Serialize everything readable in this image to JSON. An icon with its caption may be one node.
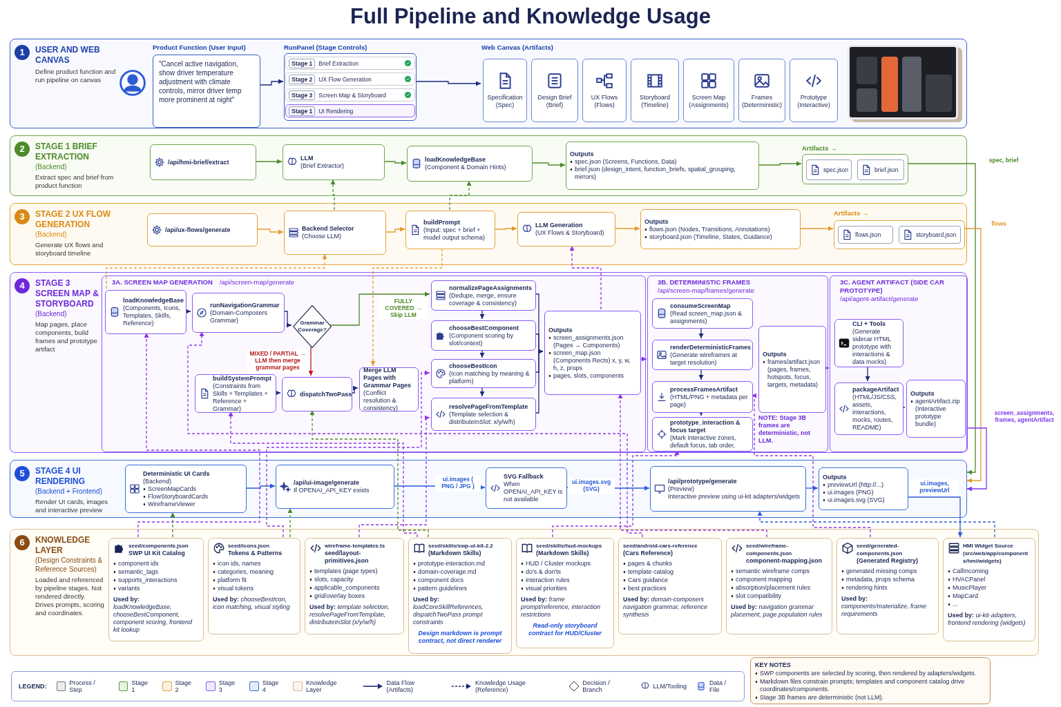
{
  "diagram": {
    "title": "Full Pipeline and Knowledge Usage",
    "nodes": [
      {
        "text": [
          "1",
          "USER AND WEB CANVAS",
          "Define product function and run pipeline on canvas"
        ]
      },
      {
        "text": [
          "Product Function (User Input)",
          "\"Cancel active navigation, show driver temperature adjustment with climate controls, mirror driver temp more prominent at night\""
        ],
        "in": 0
      },
      {
        "text": [
          "RunPanel (Stage Controls)"
        ],
        "in": 0
      },
      {
        "text": [
          "Stage 1",
          "Brief Extraction"
        ],
        "in": 2
      },
      {
        "text": [
          "Stage 2",
          "UX Flow Generation"
        ],
        "in": 2
      },
      {
        "text": [
          "Stage 3",
          "Screen Map & Storyboard"
        ],
        "in": 2
      },
      {
        "text": [
          "Stage 1",
          "UI Rendering"
        ],
        "in": 2
      },
      {
        "text": [
          "Web Canvas (Artifacts)"
        ],
        "in": 0
      },
      {
        "text": [
          "Specification (Spec)"
        ],
        "in": 7
      },
      {
        "text": [
          "Design Brief (Brief)"
        ],
        "in": 7
      },
      {
        "text": [
          "UX Flows (Flows)"
        ],
        "in": 7
      },
      {
        "text": [
          "Storyboard (Timeline)"
        ],
        "in": 7
      },
      {
        "text": [
          "Screen Map (Assignments)"
        ],
        "in": 7
      },
      {
        "text": [
          "Frames (Deterministic)"
        ],
        "in": 7
      },
      {
        "text": [
          "Prototype (Interactive)"
        ],
        "in": 7
      },
      {
        "text": [
          "2",
          "STAGE 1 BRIEF EXTRACTION",
          "(Backend)",
          "Extract spec and brief from product function"
        ]
      },
      {
        "text": [
          "/api/hmi-brief/extract"
        ],
        "in": 15
      },
      {
        "text": [
          "LLM",
          "(Brief Extractor)"
        ],
        "in": 15
      },
      {
        "text": [
          "loadKnowledgeBase",
          "(Component & Domain Hints)"
        ],
        "in": 15
      },
      {
        "text": [
          "Outputs",
          "spec.json (Screens, Functions, Data)",
          "brief.json (design_intent, function_briefs, spatial_grouping, mirrors)"
        ],
        "in": 15
      },
      {
        "text": [
          "Artifacts →"
        ],
        "in": 15
      },
      {
        "text": [
          "spec.json"
        ],
        "in": 20
      },
      {
        "text": [
          "brief.json"
        ],
        "in": 20
      },
      {
        "text": [
          "3",
          "STAGE 2 UX FLOW GENERATION",
          "(Backend)",
          "Generate UX flows and storyboard timeline"
        ]
      },
      {
        "text": [
          "/api/ux-flows/generate"
        ],
        "in": 23
      },
      {
        "text": [
          "Backend Selector",
          "(Choose LLM)"
        ],
        "in": 23
      },
      {
        "text": [
          "buildPrompt",
          "(Input: spec + brief + model output schema)"
        ],
        "in": 23
      },
      {
        "text": [
          "LLM Generation",
          "(UX Flows & Storyboard)"
        ],
        "in": 23
      },
      {
        "text": [
          "Outputs",
          "flows.json (Nodes, Transitions, Annotations)",
          "storyboard.json (Timeline, States, Guidance)"
        ],
        "in": 23
      },
      {
        "text": [
          "Artifacts →"
        ],
        "in": 23
      },
      {
        "text": [
          "flows.json"
        ],
        "in": 29
      },
      {
        "text": [
          "storyboard.json"
        ],
        "in": 29
      },
      {
        "text": [
          "4",
          "STAGE 3 SCREEN MAP & STORYBOARD",
          "(Backend)",
          "Map pages, place components, build frames and prototype artifact"
        ]
      },
      {
        "text": [
          "3A. SCREEN MAP GENERATION",
          "/api/screen-map/generate"
        ],
        "in": 32
      },
      {
        "text": [
          "loadKnowledgeBase",
          "(Components, Icons, Templates, Skills, Reference)"
        ],
        "in": 33
      },
      {
        "text": [
          "runNavigationGrammar",
          "(Domain-Composers Grammar)"
        ],
        "in": 33
      },
      {
        "text": [
          "Grammar Coverage?"
        ],
        "in": 33
      },
      {
        "text": [
          "normalizePageAssignments",
          "(Dedupe, merge, ensure coverage & consistency)"
        ],
        "in": 33
      },
      {
        "text": [
          "chooseBestComponent",
          "(Component scoring by slot/context)"
        ],
        "in": 33
      },
      {
        "text": [
          "chooseBestIcon",
          "(Icon matching by meaning & platform)"
        ],
        "in": 33
      },
      {
        "text": [
          "resolvePageFromTemplate",
          "(Template selection & distributeInSlot: x/y/w/h)"
        ],
        "in": 33
      },
      {
        "text": [
          "buildSystemPrompt",
          "(Constraints from Skills + Templates + Reference + Grammar)"
        ],
        "in": 33
      },
      {
        "text": [
          "dispatchTwoPass"
        ],
        "in": 33
      },
      {
        "text": [
          "Merge LLM Pages with Grammar Pages",
          "(Conflict resolution & consistency)"
        ],
        "in": 33
      },
      {
        "text": [
          "Outputs",
          "screen_assignments.json (Pages → Components)",
          "screen_map.json (Components Rects) x, y, w, h, z, props",
          "pages, slots, components"
        ],
        "in": 33
      },
      {
        "text": [
          "3B. DETERMINISTIC FRAMES",
          "/api/screen-map/frames/generate"
        ],
        "in": 32
      },
      {
        "text": [
          "consumeScreenMap",
          "(Read screen_map.json & assignments)"
        ],
        "in": 45
      },
      {
        "text": [
          "renderDeterministicFrames",
          "(Generate wireframes at target resolution)"
        ],
        "in": 45
      },
      {
        "text": [
          "processFramesArtifact",
          "(HTML/PNG + metadata per page)"
        ],
        "in": 45
      },
      {
        "text": [
          "prototype_interaction & focus target",
          "(Mark interactive zones, default focus, tab order,"
        ],
        "in": 45
      },
      {
        "text": [
          "Outputs",
          "frames/artifact.json (pages, frames, hotspots, focus, targets, metadata)"
        ],
        "in": 45
      },
      {
        "text": [
          "3C. AGENT ARTIFACT (SIDE CAR PROTOTYPE)",
          "/api/agent-artifact/generate"
        ],
        "in": 32
      },
      {
        "text": [
          "CLI + Tools",
          "(Generate sidecar HTML prototype with interactions & data mocks)"
        ],
        "in": 51
      },
      {
        "text": [
          "packageArtifact",
          "(HTML/JS/CSS, assets, interactions, mocks, routes, README)"
        ],
        "in": 51
      },
      {
        "text": [
          "Outputs",
          "agentArtifact.zip (Interactive prototype bundle)"
        ],
        "in": 51
      },
      {
        "text": [
          "5",
          "STAGE 4 UI RENDERING",
          "(Backend + Frontend)",
          "Render UI cards, images and interactive preview"
        ]
      },
      {
        "text": [
          "Deterministic UI Cards",
          "(Backend)",
          "ScreenMapCards",
          "FlowStoryboardCards",
          "WireframeViewer"
        ],
        "in": 55
      },
      {
        "text": [
          "/api/ui-image/generate",
          "If OPENAI_API_KEY exists"
        ],
        "in": 55
      },
      {
        "text": [
          "SVG Fallback",
          "When OPENAI_API_KEY is not available"
        ],
        "in": 55
      },
      {
        "text": [
          "/api/prototype/generate",
          "(Preview)",
          "Interactive preview using ui-kit adapters/widgets"
        ],
        "in": 55
      },
      {
        "text": [
          "Outputs",
          "previewUrl (http://...)",
          "ui.images (PNG)",
          "ui.images.svg (SVG)"
        ],
        "in": 55
      },
      {
        "text": [
          "6",
          "KNOWLEDGE LAYER",
          "(Design Constraints & Reference Sources)",
          "Loaded and referenced by pipeline stages. Not rendered directly. Drives prompts, scoring and coordinates."
        ]
      },
      {
        "text": [
          "seed/components.json",
          "SWP UI Kit Catalog",
          "component ids",
          "semantic_tags",
          "supports_interactions",
          "variants",
          "**Used by:** *loadKnowledgeBase, chooseBestComponent, component scoring, frontend kit lookup*"
        ],
        "in": 61
      },
      {
        "text": [
          "seed/icons.json",
          "Tokens & Patterns",
          "icon ids, names",
          "categories, meaning",
          "platform fit",
          "visual tokens",
          "**Used by:** *chooseBestIcon, icon matching, visual styling*"
        ],
        "in": 61
      },
      {
        "text": [
          "wireframe-templates.ts",
          "seed/layout-primitives.json",
          "templates (page types)",
          "slots, capacity",
          "applicable_components",
          "grid/overlay boxes",
          "**Used by:** *template selection, resolvePageFromTemplate, distributeInSlot (x/y/w/h)*"
        ],
        "in": 61
      },
      {
        "text": [
          "seed/skills/swp-ui-kit-2.2",
          "(Markdown Skills)",
          "prototype-interaction.md",
          "domain-coverage.md",
          "component docs",
          "pattern guidelines",
          "**Used by:** *loadCoreSkillReferences, dispatchTwoPass prompt constraints*",
          "Design markdown is prompt contract, not direct renderer"
        ],
        "in": 61
      },
      {
        "text": [
          "seed/skills/hud-mockups",
          "(Markdown Skills)",
          "HUD / Cluster mockups",
          "do's & don'ts",
          "interaction rules",
          "visual priorities",
          "**Used by:** *frame prompt/reference, interaction restrictions*",
          "Read-only storyboard contract for HUD/Cluster"
        ],
        "in": 61
      },
      {
        "text": [
          "seed/android-cars-reference",
          "(Cars Reference)",
          "pages & chunks",
          "template catalog",
          "Cars guidance",
          "best practices",
          "**Used by:** *domain-composers navigation grammar, reference synthesis*"
        ],
        "in": 61
      },
      {
        "text": [
          "seed/wireframe-components.json",
          "component-mapping.json",
          "semantic wireframe comps",
          "component mapping",
          "absorption/placement rules",
          "slot compatibility",
          "**Used by:** *navigation grammar placement, page population rules*"
        ],
        "in": 61
      },
      {
        "text": [
          "seed/generated-components.json",
          "(Generated Registry)",
          "generated missing comps",
          "metadata, props schema",
          "rendering hints",
          "**Used by:** *components/materialize, frame requirements*"
        ],
        "in": 61
      },
      {
        "text": [
          "HMI Widget Source",
          "(src/web/app/components/hmi/widgets)",
          "CallIncoming",
          "HVACPanel",
          "MusicPlayer",
          "MapCard",
          "...",
          "**Used by:** *ui-kit-adapters, frontend rendering (widgets)*"
        ],
        "in": 61
      },
      {
        "text": [
          "KEY NOTES",
          "SWP components are selected by scoring, then rendered by adapters/widgets.",
          "Markdown files constrain prompts; templates and component catalog drive coordinates/components.",
          "Stage 3B frames are deterministic (not LLM)."
        ]
      }
    ],
    "edges": [
      {
        "from": 1,
        "to": 2,
        "arrow": "to"
      },
      {
        "from": 2,
        "to": 7,
        "arrow": "to"
      },
      {
        "from": 16,
        "to": 17,
        "arrow": "to",
        "color": "#4d8a2a"
      },
      {
        "from": 17,
        "to": 18,
        "arrow": "to",
        "color": "#4d8a2a"
      },
      {
        "from": 18,
        "to": 19,
        "arrow": "to",
        "color": "#4d8a2a"
      },
      {
        "from": 19,
        "to": 20,
        "arrow": "to",
        "color": "#4d8a2a"
      },
      {
        "from": 24,
        "to": 25,
        "arrow": "to",
        "color": "#e39a2d"
      },
      {
        "from": 25,
        "to": 26,
        "arrow": "to",
        "color": "#e39a2d"
      },
      {
        "from": 26,
        "to": 27,
        "arrow": "to",
        "color": "#e39a2d"
      },
      {
        "from": 27,
        "to": 28,
        "arrow": "to",
        "color": "#e39a2d"
      },
      {
        "from": 28,
        "to": 29,
        "arrow": "to",
        "color": "#e39a2d"
      },
      {
        "from": 25,
        "to": 17,
        "arrow": "to",
        "style": "dashed",
        "color": "#4d8a2a"
      },
      {
        "from": 26,
        "to": 18,
        "arrow": "to",
        "style": "dashed",
        "color": "#4d8a2a"
      },
      {
        "from": 20,
        "to": 55,
        "label": "spec, brief",
        "arrow": "to",
        "color": "#4d8a2a"
      },
      {
        "from": 29,
        "to": 55,
        "label": "flows",
        "arrow": "to",
        "color": "#e39a2d"
      },
      {
        "from": 34,
        "to": 35,
        "arrow": "to"
      },
      {
        "from": 35,
        "to": 36,
        "arrow": "to"
      },
      {
        "from": 36,
        "to": 37,
        "label": "FULLY COVERED → Skip LLM",
        "arrow": "to",
        "color": "#4d8a2a"
      },
      {
        "from": 36,
        "to": 42,
        "label": "MIXED / PARTIAL → LLM then merge grammar pages",
        "arrow": "to",
        "color": "#b91c1c"
      },
      {
        "from": 41,
        "to": 42,
        "arrow": "to"
      },
      {
        "from": 42,
        "to": 43,
        "arrow": "to"
      },
      {
        "from": 37,
        "to": 38,
        "arrow": "to"
      },
      {
        "from": 38,
        "to": 39,
        "arrow": "to"
      },
      {
        "from": 39,
        "to": 40,
        "arrow": "to"
      },
      {
        "from": 37,
        "to": 44,
        "arrow": "to"
      },
      {
        "from": 38,
        "to": 44,
        "arrow": "to"
      },
      {
        "from": 39,
        "to": 44,
        "arrow": "to"
      },
      {
        "from": 40,
        "to": 44,
        "arrow": "to"
      },
      {
        "from": 44,
        "to": 45,
        "arrow": "to",
        "color": "#7c3aed"
      },
      {
        "from": 46,
        "to": 47,
        "arrow": "to"
      },
      {
        "from": 47,
        "to": 48,
        "arrow": "to"
      },
      {
        "from": 48,
        "to": 49,
        "arrow": "to"
      },
      {
        "from": 50,
        "to": 51,
        "arrow": "to",
        "color": "#7c3aed"
      },
      {
        "from": 52,
        "to": 53,
        "arrow": "to"
      },
      {
        "from": 53,
        "to": 54,
        "arrow": "to"
      },
      {
        "from": 32,
        "to": 55,
        "label": "screen_assignments, frames, agentArtifact",
        "arrow": "to",
        "color": "#7c3aed"
      },
      {
        "from": 56,
        "to": 57,
        "arrow": "to",
        "color": "#2b5cd6"
      },
      {
        "from": 57,
        "to": 58,
        "label": "ui.images ( PNG / JPG )",
        "arrow": "to",
        "color": "#2b5cd6"
      },
      {
        "from": 58,
        "to": 59,
        "label": "ui.images.svg (SVG)",
        "arrow": "to",
        "color": "#2b5cd6"
      },
      {
        "from": 59,
        "to": 60,
        "arrow": "to",
        "color": "#2b5cd6"
      },
      {
        "from": 60,
        "to": 70,
        "label": "ui.images, previewUrl",
        "arrow": "to",
        "color": "#2b5cd6"
      },
      {
        "from": 62,
        "to": 34,
        "arrow": "to",
        "style": "dashed",
        "color": "#9333ea"
      },
      {
        "from": 63,
        "to": 39,
        "arrow": "to",
        "style": "dashed",
        "color": "#9333ea"
      },
      {
        "from": 64,
        "to": 40,
        "arrow": "to",
        "style": "dashed",
        "color": "#9333ea"
      },
      {
        "from": 65,
        "to": 41,
        "arrow": "to",
        "style": "dashed",
        "color": "#9333ea"
      },
      {
        "from": 66,
        "to": 49,
        "arrow": "to",
        "style": "dashed",
        "color": "#9333ea"
      },
      {
        "from": 67,
        "to": 35,
        "arrow": "to",
        "style": "dashed",
        "color": "#9333ea"
      },
      {
        "from": 68,
        "to": 44,
        "arrow": "to",
        "style": "dashed",
        "color": "#9333ea"
      },
      {
        "from": 69,
        "to": 48,
        "arrow": "to",
        "style": "dashed",
        "color": "#9333ea"
      },
      {
        "from": 62,
        "to": 56,
        "arrow": "to",
        "style": "dashed",
        "color": "#4d8a2a"
      },
      {
        "from": 63,
        "to": 57,
        "arrow": "to",
        "style": "dashed",
        "color": "#4d8a2a"
      },
      {
        "from": 65,
        "to": 42,
        "arrow": "to",
        "style": "dashed",
        "color": "#4d8a2a"
      },
      {
        "from": 70,
        "to": 59,
        "arrow": "to",
        "style": "dashed",
        "color": "#2b5cd6"
      },
      {
        "from": 26,
        "to": 43,
        "arrow": "to",
        "style": "dashed",
        "color": "#e39a2d"
      },
      {
        "from": 34,
        "to": 25,
        "arrow": "to",
        "style": "dashed",
        "color": "#e39a2d"
      },
      {
        "from": 44,
        "to": 27,
        "arrow": "to",
        "style": "dashed",
        "color": "#9333ea"
      }
    ],
    "labels": [
      "NOTE: Stage 3B frames are deterministic, not LLM.",
      "LEGEND:"
    ],
    "legend": [
      {
        "text": "Process / Step",
        "color": "#6b7280"
      },
      {
        "text": "Stage 1",
        "color": "#5b9a3c"
      },
      {
        "text": "Stage 2",
        "color": "#e3a13b"
      },
      {
        "text": "Stage 3",
        "color": "#8b5cf6"
      },
      {
        "text": "Stage 4",
        "color": "#3b6fd8"
      },
      {
        "text": "Knowledge Layer",
        "color": "#d9b98a"
      },
      {
        "text": "Data Flow (Artifacts)"
      },
      {
        "text": "Knowledge Usage (Reference)"
      },
      {
        "text": "Decision / Branch"
      },
      {
        "text": "LLM/Tooling"
      },
      {
        "text": "Data / File"
      }
    ]
  }
}
